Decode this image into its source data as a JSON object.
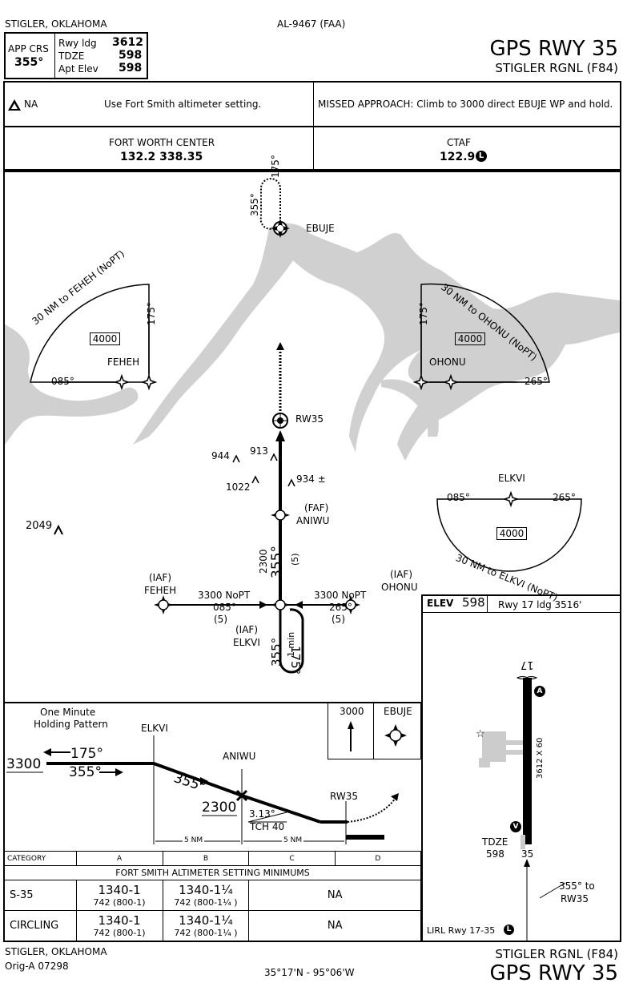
{
  "header": {
    "location_top": "STIGLER, OKLAHOMA",
    "chart_id": "AL-9467 (FAA)",
    "app_crs_label": "APP CRS",
    "app_crs_value": "355°",
    "rwy_ldg_label": "Rwy ldg",
    "rwy_ldg_value": "3612",
    "tdze_label": "TDZE",
    "tdze_value": "598",
    "apt_elev_label": "Apt Elev",
    "apt_elev_value": "598",
    "procedure_title": "GPS RWY 35",
    "airport_name": "STIGLER RGNL (F84)"
  },
  "briefing": {
    "alt_symbol": "A",
    "alt_na": "NA",
    "altimeter_note": "Use Fort Smith altimeter setting.",
    "missed_approach": "MISSED APPROACH: Climb to 3000 direct EBUJE WP and hold.",
    "center_name": "FORT WORTH CENTER",
    "center_freqs": "132.2  338.35",
    "ctaf_label": "CTAF",
    "ctaf_freq": "122.9",
    "ctaf_symbol": "L"
  },
  "plan_view": {
    "ebuje": "EBUJE",
    "hold_in": "175°",
    "hold_out": "355°",
    "feheh": "FEHEH",
    "feheh_arc": "30 NM to FEHEH (NoPT)",
    "feheh_msa_course": "175°",
    "feheh_course": "085°",
    "feheh_alt": "4000",
    "ohonu": "OHONU",
    "ohonu_arc": "30 NM to OHONU (NoPT)",
    "ohonu_msa_course": "175°",
    "ohonu_course": "265°",
    "ohonu_alt": "4000",
    "rw35": "RW35",
    "obst_944": "944",
    "obst_913": "913",
    "obst_1022": "1022",
    "obst_934": "934 ±",
    "obst_2049": "2049",
    "faf_label": "(FAF)",
    "aniwu": "ANIWU",
    "final_alt": "2300",
    "final_course": "355°",
    "final_dist": "(5)",
    "iaf_feheh_tag": "(IAF)",
    "iaf_feheh": "FEHEH",
    "iaf_feheh_alt": "3300 NoPT",
    "iaf_feheh_crs": "085°",
    "iaf_feheh_dist": "(5)",
    "iaf_ohonu_tag": "(IAF)",
    "iaf_ohonu": "OHONU",
    "iaf_ohonu_alt": "3300 NoPT",
    "iaf_ohonu_crs": "265°",
    "iaf_ohonu_dist": "(5)",
    "iaf_elkvi_tag": "(IAF)",
    "iaf_elkvi": "ELKVI",
    "hold_elkvi_in": "355°",
    "hold_elkvi_min": "1 min",
    "hold_elkvi_out": "175°",
    "elkvi_taa_fix": "ELKVI",
    "elkvi_taa_left": "085°",
    "elkvi_taa_right": "265°",
    "elkvi_taa_alt": "4000",
    "elkvi_arc": "30 NM to ELKVI (NoPT)"
  },
  "airport": {
    "elev_label": "ELEV",
    "elev_value": "598",
    "rwy_info": "Rwy 17 ldg 3516'",
    "rwy_top": "17",
    "rwy_dims": "3612 X 60",
    "rwy_bottom": "35",
    "tdze_label": "TDZE",
    "tdze_value": "598",
    "course_note": "355° to",
    "course_note2": "RW35",
    "lighting": "LIRL Rwy 17-35",
    "vasi_a": "A",
    "vasi_v": "V",
    "lighting_symbol": "L"
  },
  "profile": {
    "hold_title": "One Minute",
    "hold_title2": "Holding Pattern",
    "hold_alt": "3300",
    "hold_out": "175°",
    "hold_in": "355°",
    "elkvi": "ELKVI",
    "course": "355°",
    "aniwu": "ANIWU",
    "aniwu_alt": "2300",
    "gp_angle": "3.13°",
    "tch": "TCH 40",
    "rw35": "RW35",
    "dist1": "5 NM",
    "dist2": "5 NM",
    "ma_alt": "3000",
    "ma_fix": "EBUJE"
  },
  "minimums": {
    "category_label": "CATEGORY",
    "categories": [
      "A",
      "B",
      "C",
      "D"
    ],
    "section_title": "FORT SMITH ALTIMETER SETTING MINIMUMS",
    "rows": [
      {
        "name": "S-35",
        "a_top": "1340-1",
        "a_bot": "742 (800-1)",
        "b_top": "1340-1¼",
        "b_bot": "742 (800-1¼ )",
        "cd": "NA"
      },
      {
        "name": "CIRCLING",
        "a_top": "1340-1",
        "a_bot": "742 (800-1)",
        "b_top": "1340-1¼",
        "b_bot": "742 (800-1¼ )",
        "cd": "NA"
      }
    ]
  },
  "footer": {
    "location": "STIGLER, OKLAHOMA",
    "amendment": "Orig-A  07298",
    "coords": "35°17'N - 95°06'W",
    "airport_name": "STIGLER RGNL (F84)",
    "procedure_title": "GPS RWY 35"
  }
}
